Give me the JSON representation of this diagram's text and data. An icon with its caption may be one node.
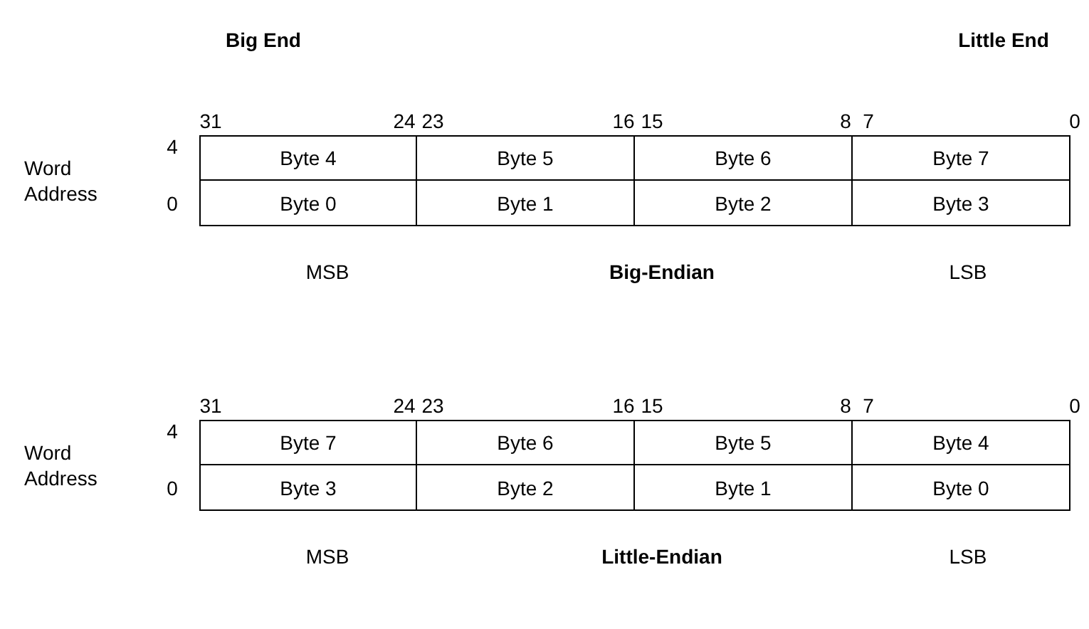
{
  "diagram": {
    "nodes": [
      {
        "text": [
          "Byte 4"
        ]
      },
      {
        "text": [
          "Byte 5"
        ]
      },
      {
        "text": [
          "Byte 6"
        ]
      },
      {
        "text": [
          "Byte 7"
        ]
      },
      {
        "text": [
          "Byte 0"
        ]
      },
      {
        "text": [
          "Byte 1"
        ]
      },
      {
        "text": [
          "Byte 2"
        ]
      },
      {
        "text": [
          "Byte 3"
        ]
      },
      {
        "text": [
          "Byte 7"
        ]
      },
      {
        "text": [
          "Byte 6"
        ]
      },
      {
        "text": [
          "Byte 5"
        ]
      },
      {
        "text": [
          "Byte 4"
        ]
      },
      {
        "text": [
          "Byte 3"
        ]
      },
      {
        "text": [
          "Byte 2"
        ]
      },
      {
        "text": [
          "Byte 1"
        ]
      },
      {
        "text": [
          "Byte 0"
        ]
      }
    ],
    "edges": [],
    "labels": [
      "Big End",
      "Little End",
      "31",
      "24",
      "23",
      "16",
      "15",
      "8",
      "7",
      "0",
      "Word Address",
      "4",
      "0",
      "MSB",
      "Big-Endian",
      "LSB",
      "31",
      "24",
      "23",
      "16",
      "15",
      "8",
      "7",
      "0",
      "Word Address",
      "4",
      "0",
      "MSB",
      "Little-Endian",
      "LSB"
    ]
  }
}
